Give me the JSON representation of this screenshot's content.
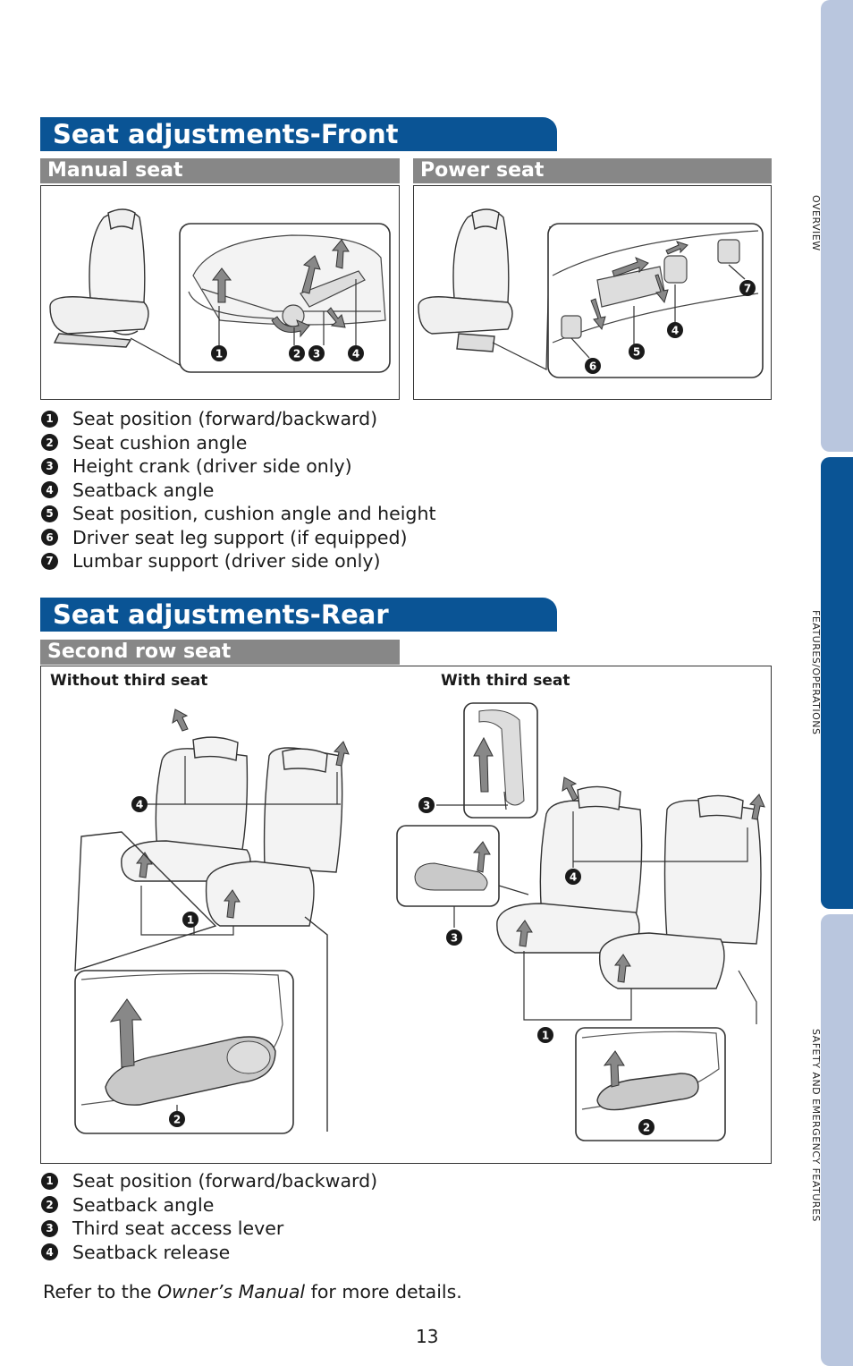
{
  "side_tabs": {
    "overview": "OVERVIEW",
    "features": "FEATURES/OPERATIONS",
    "safety": "SAFETY AND EMERGENCY FEATURES"
  },
  "front": {
    "title": "Seat adjustments-Front",
    "manual_label": "Manual seat",
    "power_label": "Power seat",
    "manual_callouts": [
      "1",
      "2",
      "3",
      "4"
    ],
    "power_callouts": [
      "4",
      "5",
      "6",
      "7"
    ],
    "items": [
      {
        "num": "1",
        "text": "Seat position (forward/backward)"
      },
      {
        "num": "2",
        "text": "Seat cushion angle"
      },
      {
        "num": "3",
        "text": "Height crank (driver side only)"
      },
      {
        "num": "4",
        "text": "Seatback angle"
      },
      {
        "num": "5",
        "text": "Seat position, cushion angle and height"
      },
      {
        "num": "6",
        "text": "Driver seat leg support (if equipped)"
      },
      {
        "num": "7",
        "text": "Lumbar support (driver side only)"
      }
    ]
  },
  "rear": {
    "title": "Seat adjustments-Rear",
    "second_row_label": "Second row seat",
    "without_third": "Without third seat",
    "with_third": "With third seat",
    "left_callouts": [
      "4",
      "1",
      "2"
    ],
    "right_callouts": [
      "3",
      "4",
      "3",
      "1",
      "2"
    ],
    "items": [
      {
        "num": "1",
        "text": "Seat position (forward/backward)"
      },
      {
        "num": "2",
        "text": "Seatback angle"
      },
      {
        "num": "3",
        "text": "Third seat access lever"
      },
      {
        "num": "4",
        "text": "Seatback release"
      }
    ]
  },
  "footer": {
    "refer_prefix": "Refer to the ",
    "refer_manual": "Owner’s Manual",
    "refer_suffix": " for more details.",
    "page_number": "13"
  }
}
